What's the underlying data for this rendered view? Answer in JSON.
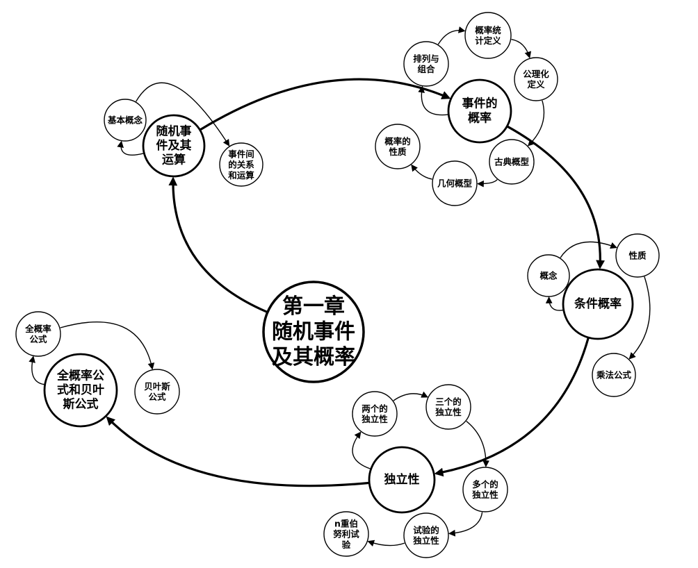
{
  "diagram": {
    "nodes": [
      {
        "id": "center",
        "lines": [
          "第一章",
          "随机事件",
          "及其概率"
        ],
        "level": "root"
      },
      {
        "id": "random-events",
        "lines": [
          "随机事",
          "件及其",
          "运算"
        ],
        "level": "main"
      },
      {
        "id": "basic-concepts",
        "lines": [
          "基本概念"
        ],
        "level": "sub"
      },
      {
        "id": "event-relations",
        "lines": [
          "事件间",
          "的关系",
          "和运算"
        ],
        "level": "sub"
      },
      {
        "id": "event-probability",
        "lines": [
          "事件的",
          "概率"
        ],
        "level": "main"
      },
      {
        "id": "permutation",
        "lines": [
          "排列与",
          "组合"
        ],
        "level": "sub"
      },
      {
        "id": "statistical-def",
        "lines": [
          "概率统",
          "计定义"
        ],
        "level": "sub"
      },
      {
        "id": "axiomatic-def",
        "lines": [
          "公理化",
          "定义"
        ],
        "level": "sub"
      },
      {
        "id": "classical-model",
        "lines": [
          "古典概型"
        ],
        "level": "sub"
      },
      {
        "id": "geometric-model",
        "lines": [
          "几何概型"
        ],
        "level": "sub"
      },
      {
        "id": "prob-properties",
        "lines": [
          "概率的",
          "性质"
        ],
        "level": "sub"
      },
      {
        "id": "conditional-prob",
        "lines": [
          "条件概率"
        ],
        "level": "main"
      },
      {
        "id": "cond-concept",
        "lines": [
          "概念"
        ],
        "level": "sub"
      },
      {
        "id": "cond-properties",
        "lines": [
          "性质"
        ],
        "level": "sub"
      },
      {
        "id": "multiplication",
        "lines": [
          "乘法公式"
        ],
        "level": "sub"
      },
      {
        "id": "independence",
        "lines": [
          "独立性"
        ],
        "level": "main"
      },
      {
        "id": "two-indep",
        "lines": [
          "两个的",
          "独立性"
        ],
        "level": "sub"
      },
      {
        "id": "three-indep",
        "lines": [
          "三个的",
          "独立性"
        ],
        "level": "sub"
      },
      {
        "id": "multi-indep",
        "lines": [
          "多个的",
          "独立性"
        ],
        "level": "sub"
      },
      {
        "id": "trial-indep",
        "lines": [
          "试验的",
          "独立性"
        ],
        "level": "sub"
      },
      {
        "id": "bernoulli",
        "lines": [
          "n重伯",
          "努利试",
          "验"
        ],
        "level": "sub"
      },
      {
        "id": "total-bayes",
        "lines": [
          "全概率公",
          "式和贝叶",
          "斯公式"
        ],
        "level": "main"
      },
      {
        "id": "total-prob",
        "lines": [
          "全概率",
          "公式"
        ],
        "level": "sub"
      },
      {
        "id": "bayes",
        "lines": [
          "贝叶斯",
          "公式"
        ],
        "level": "sub"
      }
    ],
    "edges": [
      {
        "from": "center",
        "to": "random-events",
        "weight": "thick"
      },
      {
        "from": "random-events",
        "to": "event-probability",
        "weight": "thick"
      },
      {
        "from": "event-probability",
        "to": "conditional-prob",
        "weight": "thick"
      },
      {
        "from": "conditional-prob",
        "to": "independence",
        "weight": "thick"
      },
      {
        "from": "independence",
        "to": "total-bayes",
        "weight": "thick"
      },
      {
        "from": "random-events",
        "to": "basic-concepts",
        "weight": "thin"
      },
      {
        "from": "basic-concepts",
        "to": "event-relations",
        "weight": "thin"
      },
      {
        "from": "event-probability",
        "to": "permutation",
        "weight": "thin"
      },
      {
        "from": "permutation",
        "to": "statistical-def",
        "weight": "thin"
      },
      {
        "from": "statistical-def",
        "to": "axiomatic-def",
        "weight": "thin"
      },
      {
        "from": "axiomatic-def",
        "to": "classical-model",
        "weight": "thin"
      },
      {
        "from": "classical-model",
        "to": "geometric-model",
        "weight": "thin"
      },
      {
        "from": "geometric-model",
        "to": "prob-properties",
        "weight": "thin"
      },
      {
        "from": "conditional-prob",
        "to": "cond-concept",
        "weight": "thin"
      },
      {
        "from": "cond-concept",
        "to": "cond-properties",
        "weight": "thin"
      },
      {
        "from": "cond-properties",
        "to": "multiplication",
        "weight": "thin"
      },
      {
        "from": "independence",
        "to": "two-indep",
        "weight": "thin"
      },
      {
        "from": "two-indep",
        "to": "three-indep",
        "weight": "thin"
      },
      {
        "from": "three-indep",
        "to": "multi-indep",
        "weight": "thin"
      },
      {
        "from": "multi-indep",
        "to": "trial-indep",
        "weight": "thin"
      },
      {
        "from": "trial-indep",
        "to": "bernoulli",
        "weight": "thin"
      },
      {
        "from": "total-bayes",
        "to": "total-prob",
        "weight": "thin"
      },
      {
        "from": "total-prob",
        "to": "bayes",
        "weight": "thin"
      }
    ]
  }
}
